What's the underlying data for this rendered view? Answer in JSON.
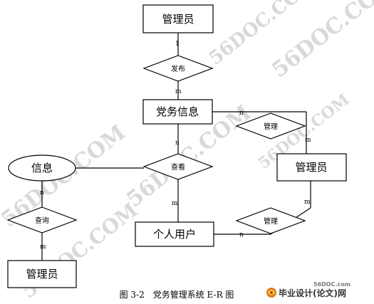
{
  "watermark_text": "56DOC.COM",
  "entities": {
    "admin_top": "管理员",
    "party_info": "党务信息",
    "admin_right": "管理员",
    "personal_user": "个人用户",
    "admin_bottom_left": "管理员"
  },
  "attributes": {
    "info": "信息"
  },
  "relationships": {
    "publish": "发布",
    "manage_upper": "管理",
    "view_center": "查看",
    "manage_lower": "管理",
    "query": "查询"
  },
  "cardinalities": {
    "admin_publish": "1",
    "publish_party": "m",
    "party_manage_upper": "n",
    "manage_upper_admin": "m",
    "party_view": "n",
    "view_user": "m",
    "admin_manage_lower": "m",
    "manage_lower_user": "n",
    "info_query": "n",
    "query_admin": "m"
  },
  "caption": "图 3-2　党务管理系统 E-R 图",
  "brand": {
    "url": "56DOC.com",
    "name": "毕业设计(论文)网"
  }
}
